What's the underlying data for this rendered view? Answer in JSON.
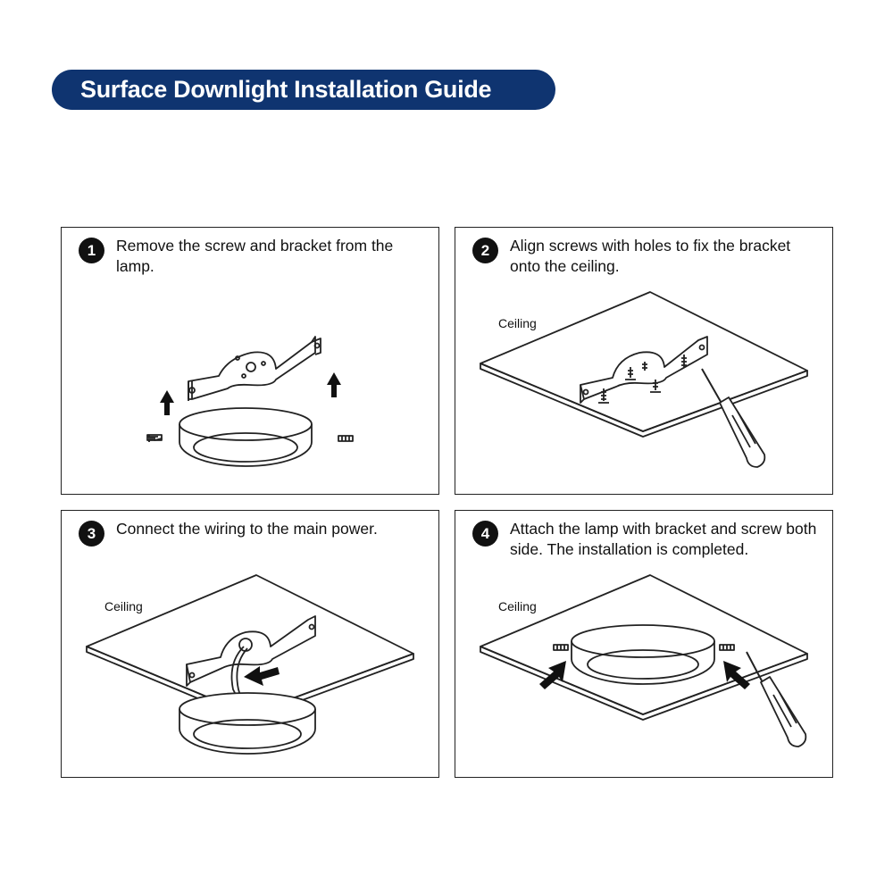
{
  "header": {
    "title": "Surface Downlight Installation Guide"
  },
  "steps": [
    {
      "number": "1",
      "text": "Remove the screw and bracket from the lamp."
    },
    {
      "number": "2",
      "text": "Align screws with holes to fix the bracket onto the ceiling.",
      "ceiling_label": "Ceiling"
    },
    {
      "number": "3",
      "text": "Connect the wiring to the main power.",
      "ceiling_label": "Ceiling"
    },
    {
      "number": "4",
      "text": "Attach the lamp with bracket and screw both side. The installation is completed.",
      "ceiling_label": "Ceiling"
    }
  ],
  "colors": {
    "title_background": "#0f3470",
    "title_text": "#ffffff",
    "line": "#222222"
  }
}
